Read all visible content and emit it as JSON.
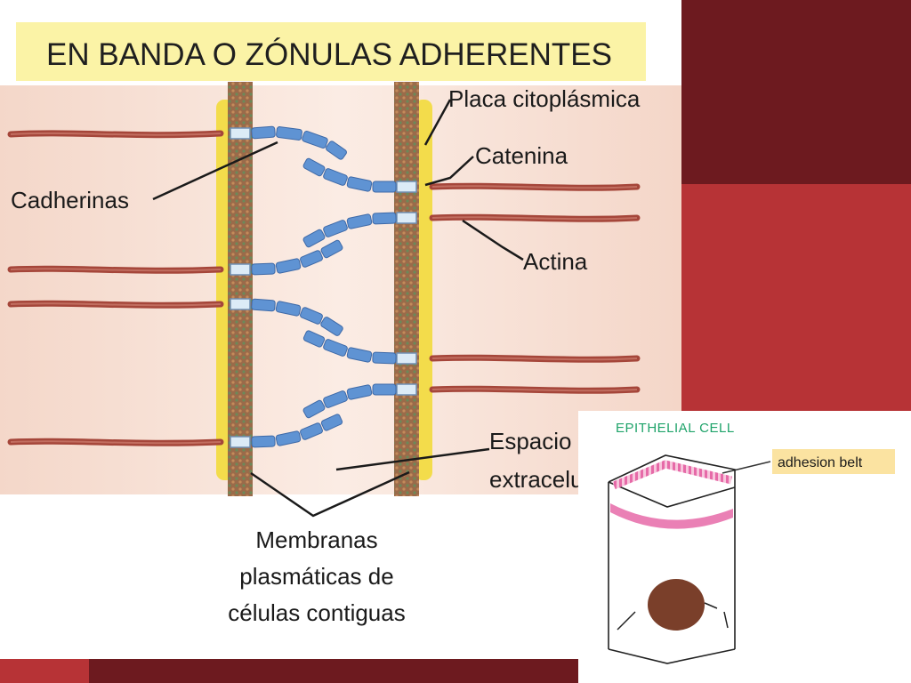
{
  "main_diagram": {
    "title": "EN BANDA O ZÓNULAS ADHERENTES",
    "labels": {
      "placa": "Placa citoplásmica",
      "catenina": "Catenina",
      "cadherinas": "Cadherinas",
      "actina": "Actina",
      "espacio_line1": "Espacio",
      "espacio_line2": "extracelular",
      "membranas_line1": "Membranas",
      "membranas_line2": "plasmáticas de",
      "membranas_line3": "células contiguas"
    }
  },
  "inset": {
    "title": "EPITHELIAL CELL",
    "label": "adhesion belt"
  },
  "colors": {
    "dark_red": "#6d1a1f",
    "red": "#b73336",
    "plaque_yellow": "#f3dc4b",
    "cadherin_blue": "#5f93d3",
    "actin": "#a5463a",
    "inset_title_green": "#1fa36a",
    "adhesion_belt_pink": "#e66aa8",
    "nucleus_brown": "#7a3f2a",
    "title_band": "#fbf3a6"
  }
}
